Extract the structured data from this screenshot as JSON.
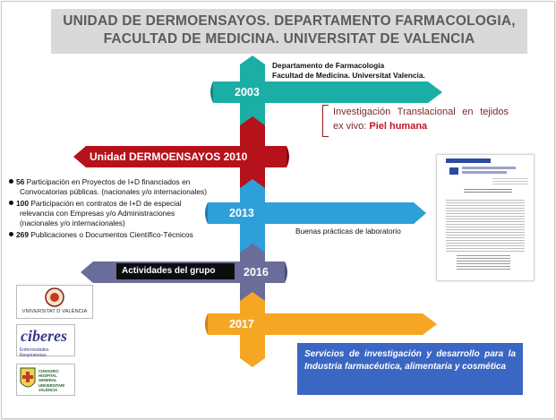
{
  "title": {
    "line1": "UNIDAD DE DERMOENSAYOS. DEPARTAMENTO FARMACOLOGIA,",
    "line2": "FACULTAD DE MEDICINA. UNIVERSITAT DE VALENCIA"
  },
  "timeline": [
    {
      "year": "2003",
      "color": "#1aaea4"
    },
    {
      "year": "Unidad DERMOENSAYOS 2010",
      "color": "#b5121b"
    },
    {
      "year": "2013",
      "color": "#2e9fd8"
    },
    {
      "year": "2016",
      "color": "#6a6d99"
    },
    {
      "year": "2017",
      "color": "#f5a623"
    }
  ],
  "dept_2003": {
    "line1": "Departamento de Farmacología",
    "line2": "Facultad de Medicina. Universitat Valencia."
  },
  "translational": {
    "prefix": "Investigación Translacional en tejidos ex vivo:",
    "highlight": "Piel humana"
  },
  "bullets": [
    {
      "num": "56",
      "text": "Participación en Proyectos de I+D financiados en",
      "cont": "Convocatorias públicas.  (nacionales y/o internacionales)"
    },
    {
      "num": "100",
      "text": "Participación  en contratos de I+D de especial",
      "cont": "relevancia con Empresas y/o Administraciones",
      "cont2": "(nacionales y/o internacionales)"
    },
    {
      "num": "269",
      "text": "Publicaciones o Documentos Científico-Técnicos"
    }
  ],
  "gpl_label": "Buenas prácticas de laboratorio",
  "activities_label": "Actividades del grupo",
  "services_text": "Servicios de investigación y desarrollo para la Industria farmacéutica, alimentaria y cosmética",
  "logos": {
    "uv": "VNIVERSITAT  D  VALÈNCIA",
    "ciberes_name": "ciberes",
    "ciberes_sub": "Enfermedades Respiratorias",
    "hospital_line1": "CONSORCI",
    "hospital_line2": "HOSPITAL GENERAL",
    "hospital_line3": "UNIVERSITARI",
    "hospital_line4": "VALÈNCIA"
  }
}
